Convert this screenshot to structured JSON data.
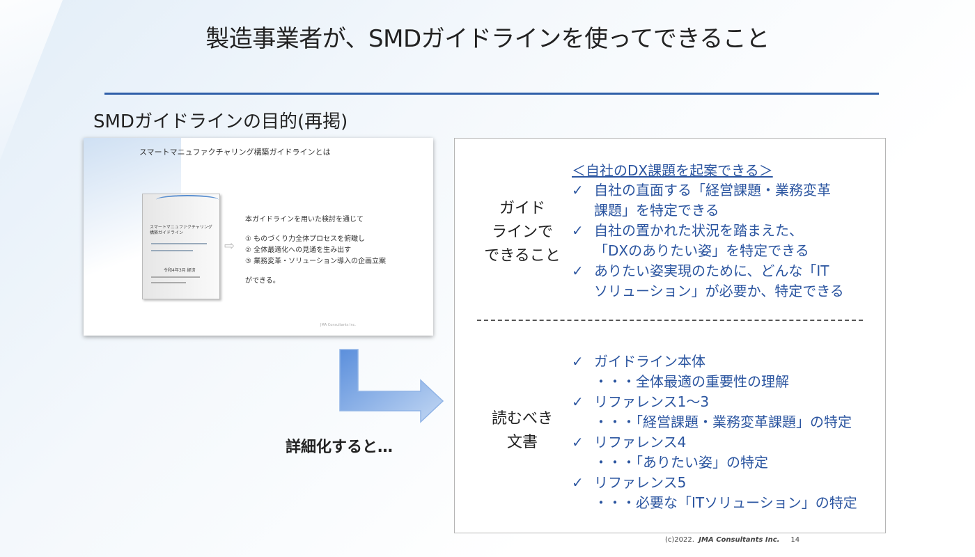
{
  "slide": {
    "title": "製造事業者が、SMDガイドラインを使ってできること",
    "section_heading": "SMDガイドラインの目的(再掲)",
    "detail_caption": "詳細化すると…"
  },
  "thumbnail": {
    "title": "スマートマニュファクチャリング構築ガイドラインとは",
    "book_title": "スマートマニュファクチャリング構築ガイドライン",
    "book_sub": "令和4年3月 経済",
    "intro": "本ガイドラインを用いた検討を通じて",
    "items": [
      "① ものづくり力全体プロセスを俯瞰し",
      "② 全体最適化への見通を生み出す",
      "③ 業務変革・ソリューション導入の企画立案"
    ],
    "outro": "ができる。",
    "footer": "JMA Consultants Inc."
  },
  "right_box": {
    "label_top": [
      "ガイド",
      "ラインで",
      "できること"
    ],
    "subhead": "＜自社のDX課題を起案できる＞",
    "top_items": [
      {
        "line1": "自社の直面する「経営課題・業務変革",
        "line2": "課題」を特定できる"
      },
      {
        "line1": "自社の置かれた状況を踏まえた、",
        "line2": "「DXのありたい姿」を特定できる"
      },
      {
        "line1": "ありたい姿実現のために、どんな「IT",
        "line2": "ソリューション」が必要か、特定できる"
      }
    ],
    "label_bottom": [
      "読むべき",
      "文書"
    ],
    "bottom_items": [
      {
        "line1": "ガイドライン本体",
        "line2": "・・・全体最適の重要性の理解"
      },
      {
        "line1": "リファレンス1～3",
        "line2": "・・・「経営課題・業務変革課題」の特定"
      },
      {
        "line1": "リファレンス4",
        "line2": "・・・「ありたい姿」の特定"
      },
      {
        "line1": "リファレンス5",
        "line2": "・・・必要な「ITソリューション」の特定"
      }
    ],
    "check_mark": "✓"
  },
  "footer": {
    "left": "(c)2022.",
    "company": "JMA Consultants Inc.",
    "page": "14"
  },
  "colors": {
    "accent_blue": "#2b55a0",
    "rule_blue": "#2f5fa8",
    "arrow_blue": "#7ea9e4"
  }
}
